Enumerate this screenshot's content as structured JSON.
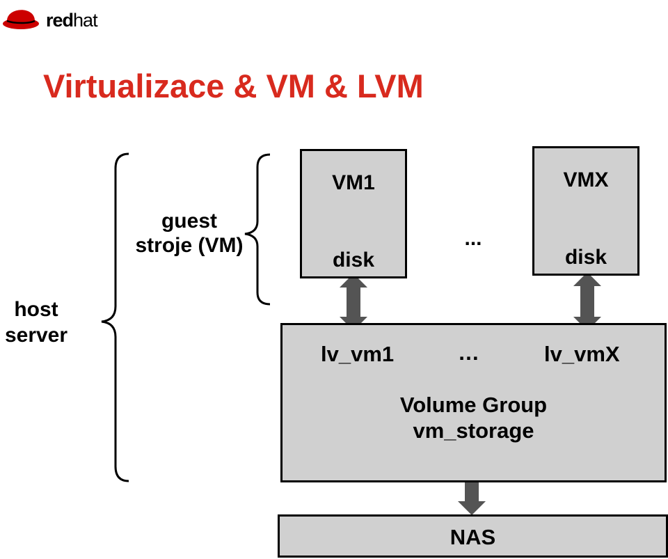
{
  "logo": {
    "brand_bold": "red",
    "brand_light": "hat",
    "accent": "#cc0000"
  },
  "title": "Virtualizace & VM & LVM",
  "labels": {
    "host": "host",
    "server": "server",
    "guest": "guest",
    "stroje": "stroje (VM)"
  },
  "vm_boxes": [
    {
      "name": "VM1",
      "disk": "disk"
    },
    {
      "name": "VMX",
      "disk": "disk"
    }
  ],
  "vm_gap": "...",
  "volume_group": {
    "lv_first": "lv_vm1",
    "lv_gap": "…",
    "lv_last": "lv_vmX",
    "line1": "Volume Group",
    "line2": "vm_storage"
  },
  "nas": "NAS",
  "colors": {
    "title": "#d82a1e",
    "box_fill": "#d0d0d0",
    "arrow": "#545454"
  }
}
